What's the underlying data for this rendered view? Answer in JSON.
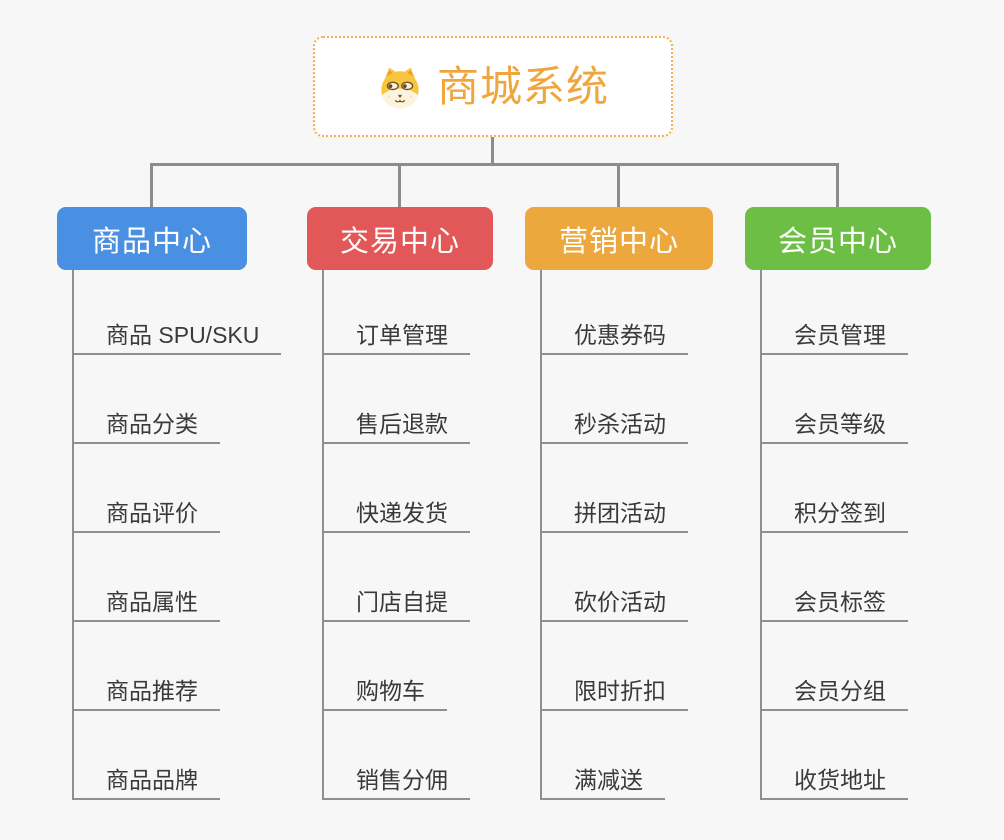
{
  "root": {
    "title": "商城系统",
    "icon": "doge-icon",
    "title_color": "#F0A63E",
    "border_color": "#F6AE4E"
  },
  "connector_color": "#8C8C8C",
  "background_color": "#F7F7F7",
  "branches": [
    {
      "label": "商品中心",
      "color": "#4A90E2",
      "children": [
        "商品 SPU/SKU",
        "商品分类",
        "商品评价",
        "商品属性",
        "商品推荐",
        "商品品牌"
      ]
    },
    {
      "label": "交易中心",
      "color": "#E25757",
      "children": [
        "订单管理",
        "售后退款",
        "快递发货",
        "门店自提",
        "购物车",
        "销售分佣"
      ]
    },
    {
      "label": "营销中心",
      "color": "#ECA83D",
      "children": [
        "优惠券码",
        "秒杀活动",
        "拼团活动",
        "砍价活动",
        "限时折扣",
        "满减送"
      ]
    },
    {
      "label": "会员中心",
      "color": "#6CBE44",
      "children": [
        "会员管理",
        "会员等级",
        "积分签到",
        "会员标签",
        "会员分组",
        "收货地址"
      ]
    }
  ]
}
